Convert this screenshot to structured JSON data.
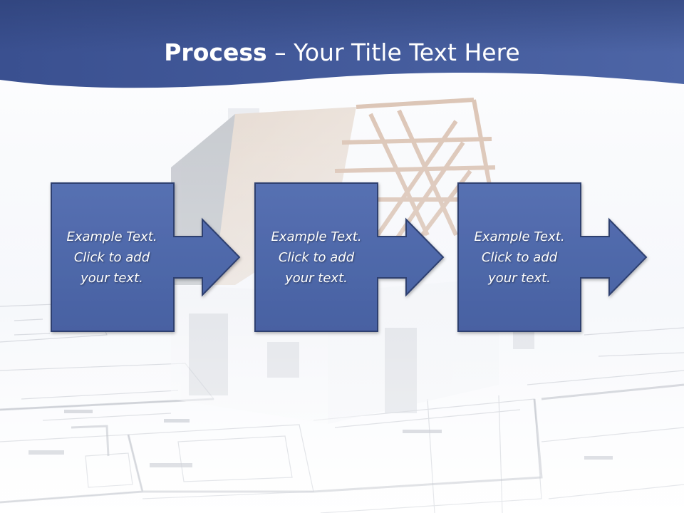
{
  "title": {
    "bold": "Process",
    "rest": " – Your Title Text Here"
  },
  "steps": [
    {
      "lines": [
        "Example Text.",
        "Click  to add",
        "your text."
      ]
    },
    {
      "lines": [
        "Example Text.",
        "Click  to add",
        "your text."
      ]
    },
    {
      "lines": [
        "Example Text.",
        "Click  to add",
        "your text."
      ]
    }
  ],
  "colors": {
    "header": "#3e5594",
    "header_light": "#4a63a6",
    "step_box": "#4d65a8",
    "step_border": "#2d3f70",
    "text": "#ffffff"
  }
}
